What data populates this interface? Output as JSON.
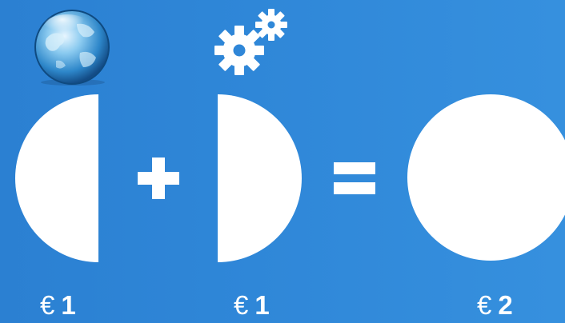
{
  "colors": {
    "background_left": "#2b80d2",
    "background_right": "#3690de",
    "shapes": "#ffffff"
  },
  "icons": {
    "first": "globe-icon",
    "second": "gears-icon"
  },
  "operators": {
    "plus": "+",
    "equals": "="
  },
  "prices": [
    {
      "currency": "€",
      "amount": "1"
    },
    {
      "currency": "€",
      "amount": "1"
    },
    {
      "currency": "€",
      "amount": "2"
    }
  ]
}
